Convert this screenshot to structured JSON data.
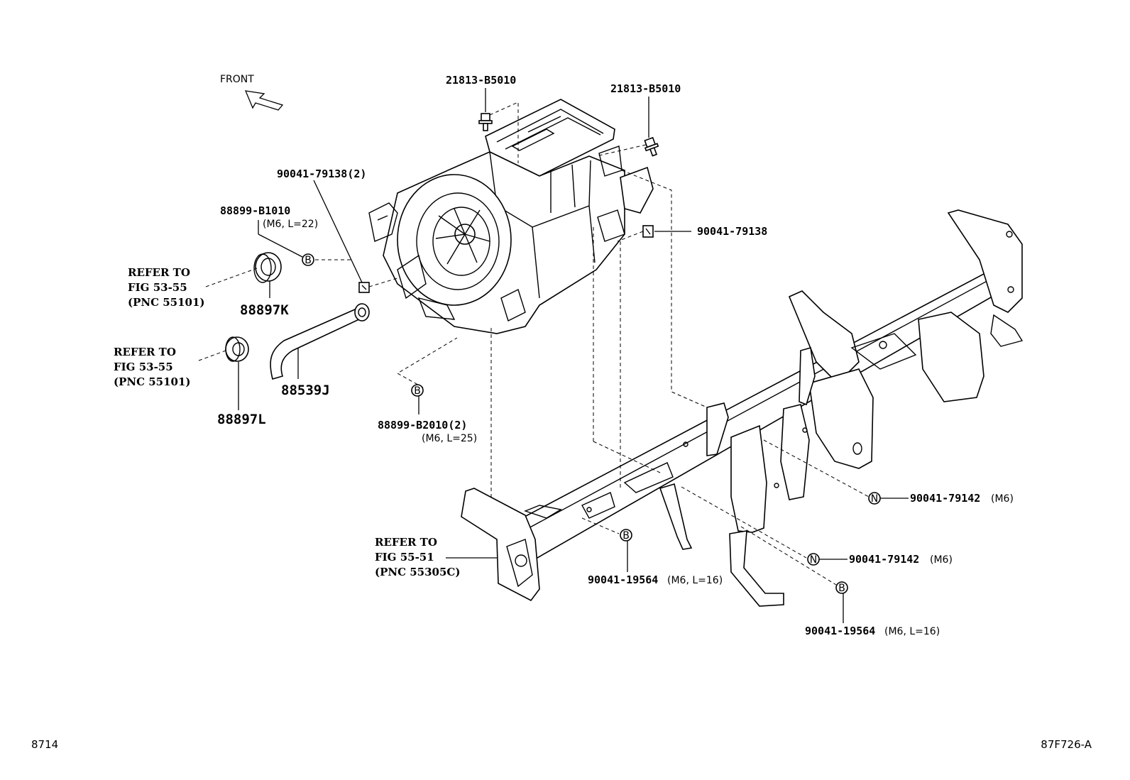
{
  "front": "FRONT",
  "labels": {
    "bolt_top_left": "21813-B5010",
    "bolt_top_right": "21813-B5010",
    "clip_left": "90041-79138(2)",
    "clip_right": "90041-79138",
    "bolt_b1010": "88899-B1010",
    "bolt_b1010_spec": "(M6, L=22)",
    "bolt_b2010": "88899-B2010(2)",
    "bolt_b2010_spec": "(M6, L=25)",
    "grommet_k": "88897K",
    "grommet_l": "88897L",
    "hose": "88539J",
    "nut_upper": "90041-79142",
    "nut_upper_spec": "(M6)",
    "nut_lower": "90041-79142",
    "nut_lower_spec": "(M6)",
    "screw_center": "90041-19564",
    "screw_center_spec": "(M6, L=16)",
    "screw_right": "90041-19564",
    "screw_right_spec": "(M6, L=16)"
  },
  "refs": {
    "ref1": {
      "line1": "REFER TO",
      "line2": "FIG 53-55",
      "line3": "(PNC 55101)"
    },
    "ref2": {
      "line1": "REFER TO",
      "line2": "FIG 53-55",
      "line3": "(PNC 55101)"
    },
    "ref3": {
      "line1": "REFER TO",
      "line2": "FIG 55-51",
      "line3": "(PNC 55305C)"
    }
  },
  "markers": {
    "bolt": "B",
    "nut": "N"
  },
  "footer": {
    "left": "8714",
    "right": "87F726-A"
  }
}
